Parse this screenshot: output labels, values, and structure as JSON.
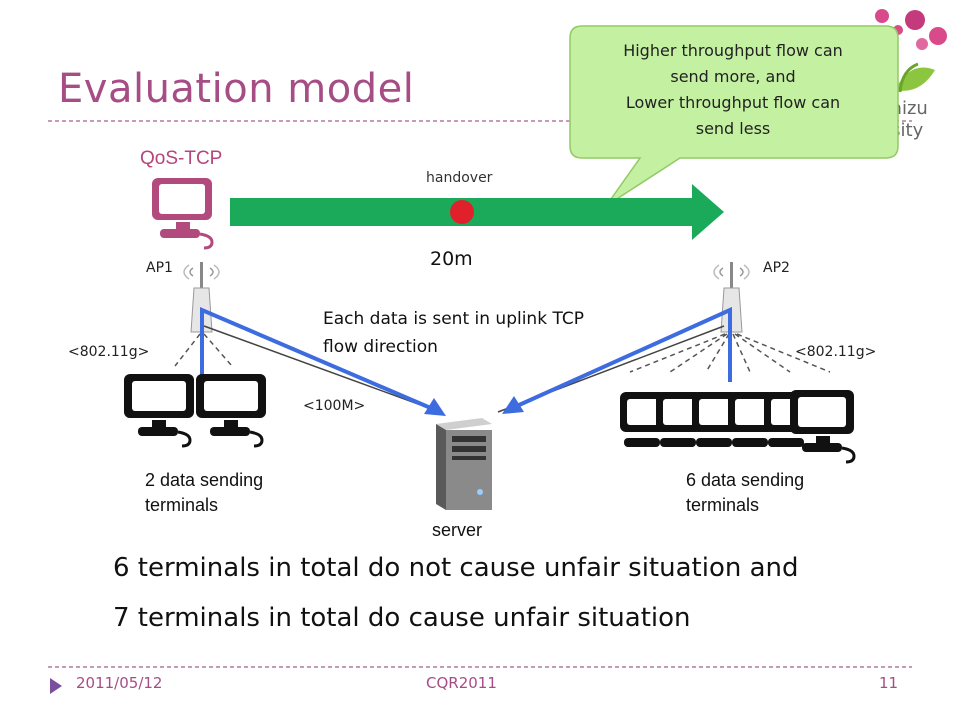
{
  "slide": {
    "title": "Evaluation model",
    "logo_text_line1": "homizu",
    "logo_text_line2": "versity"
  },
  "callout": {
    "lines": [
      "Higher throughput flow can",
      "send more, and",
      "Lower throughput flow can",
      "send less"
    ]
  },
  "diagram": {
    "qos_label": "QoS-TCP",
    "handover_label": "handover",
    "distance_label": "20m",
    "ap1_label": "AP1",
    "ap2_label": "AP2",
    "note_line1": "Each data is sent in uplink TCP",
    "note_line2": "flow direction",
    "std_left": "<802.11g>",
    "std_right": "<802.11g>",
    "link_label": "<100M>",
    "left_group_line1": "2 data sending",
    "left_group_line2": "terminals",
    "right_group_line1": "6 data sending",
    "right_group_line2": "terminals",
    "server_label": "server",
    "colors": {
      "arrow_green": "#1aaa5a",
      "flow_blue": "#3d6be0",
      "handover_red": "#e0202a",
      "accent_magenta": "#a64d86"
    }
  },
  "conclusion": {
    "line1": "6 terminals in total do not cause unfair situation and",
    "line2": "7 terminals in total do cause unfair situation"
  },
  "footer": {
    "date": "2011/05/12",
    "conference": "CQR2011",
    "page": "11"
  }
}
